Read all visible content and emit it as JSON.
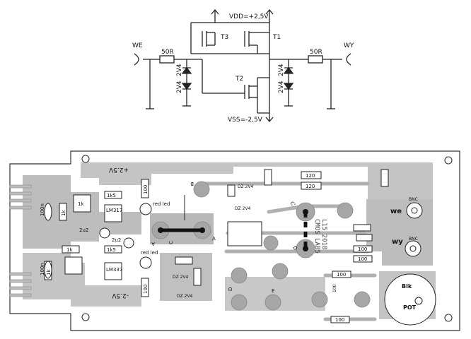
{
  "schematic": {
    "vdd": "VDD=+2,5V",
    "vss": "VSS=-2,5V",
    "in_port": "WE",
    "out_port": "WY",
    "r_in": "50R",
    "r_out": "50R",
    "t1": "T1",
    "t2": "T2",
    "t3": "T3",
    "zener_a": "2V4",
    "zener_b": "2V4",
    "zener_c": "2V4",
    "zener_d": "2V4"
  },
  "pcb": {
    "plus_supply": "+2.5V",
    "minus_supply": "-2.5V",
    "r_1k5_top": "1k5",
    "r_1k5_bottom": "1k5",
    "r_100_top": "100",
    "r_100_bottom": "100",
    "r_1k_left_top": "1k",
    "r_1k_top": "1k",
    "r_1k_left_bottom": "1k",
    "r_1k_bottom": "1k",
    "reg_top": "LM317",
    "reg_bottom": "LM337",
    "cap_top": "2u2",
    "cap_bottom": "2u2",
    "cap_left_top": "100n",
    "cap_left_bottom": "100n",
    "led_top": "red led",
    "led_bottom": "red led",
    "dz_top_a": "DZ 2V4",
    "dz_top_b": "DZ 2V4",
    "dz_bottom_a": "DZ 2V4",
    "dz_bottom_b": "DZ 2V4",
    "r_120_a": "120",
    "r_120_b": "120",
    "r_100_c": "100",
    "r_100_d": "100",
    "r_100_e": "100",
    "r_100_f": "100",
    "r_100_g": "100",
    "bnc_top": "BNC",
    "bnc_bottom": "BNC",
    "port_we": "we",
    "port_wy": "wy",
    "pot_name": "POT",
    "pot_value": "Blk",
    "mirror_1": "L15 2018",
    "mirror_2": "CMOS LAB5",
    "pad_a1": "A",
    "pad_a2": "A",
    "pad_b": "B",
    "pad_c": "C",
    "pad_d": "D",
    "pad_e": "E",
    "pad_c2": "C'",
    "pad_d2": "D",
    "colors": {
      "board_fill": "#c8c8c8",
      "copper_fill": "#b9b9b9",
      "pad_fill": "#a8a8a8",
      "line": "#222222",
      "background": "#ffffff"
    }
  }
}
